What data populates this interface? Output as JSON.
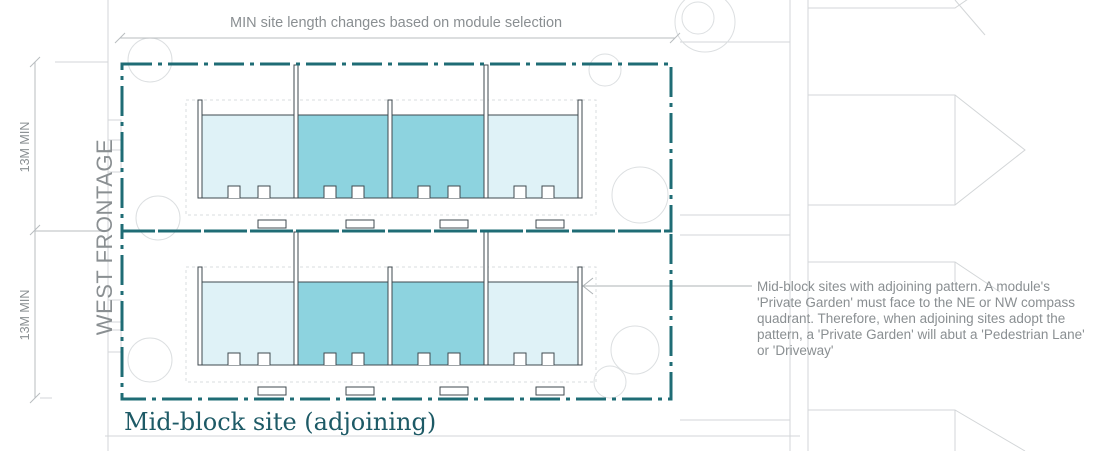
{
  "top_note": "MIN site length changes based on module selection",
  "dimension_top": "13M MIN",
  "dimension_bottom": "13M MIN",
  "frontage_label": "WEST FRONTAGE",
  "annotation": "Mid-block sites with adjoining pattern. A module's 'Private Garden' must face to the NE or NW compass quadrant. Therefore, when adjoining sites adopt the pattern, a 'Private Garden' will abut a 'Pedestrian Lane' or 'Driveway'",
  "caption": "Mid-block site (adjoining)",
  "colors": {
    "boundary": "#1f6c75",
    "module_dark": "#8dd3df",
    "module_light": "#dff2f7",
    "linework": "#c9cdd0",
    "caption": "#1d5a66"
  },
  "rows": [
    {
      "modules": [
        "light",
        "dark",
        "dark",
        "light"
      ]
    },
    {
      "modules": [
        "light",
        "dark",
        "dark",
        "light"
      ]
    }
  ]
}
